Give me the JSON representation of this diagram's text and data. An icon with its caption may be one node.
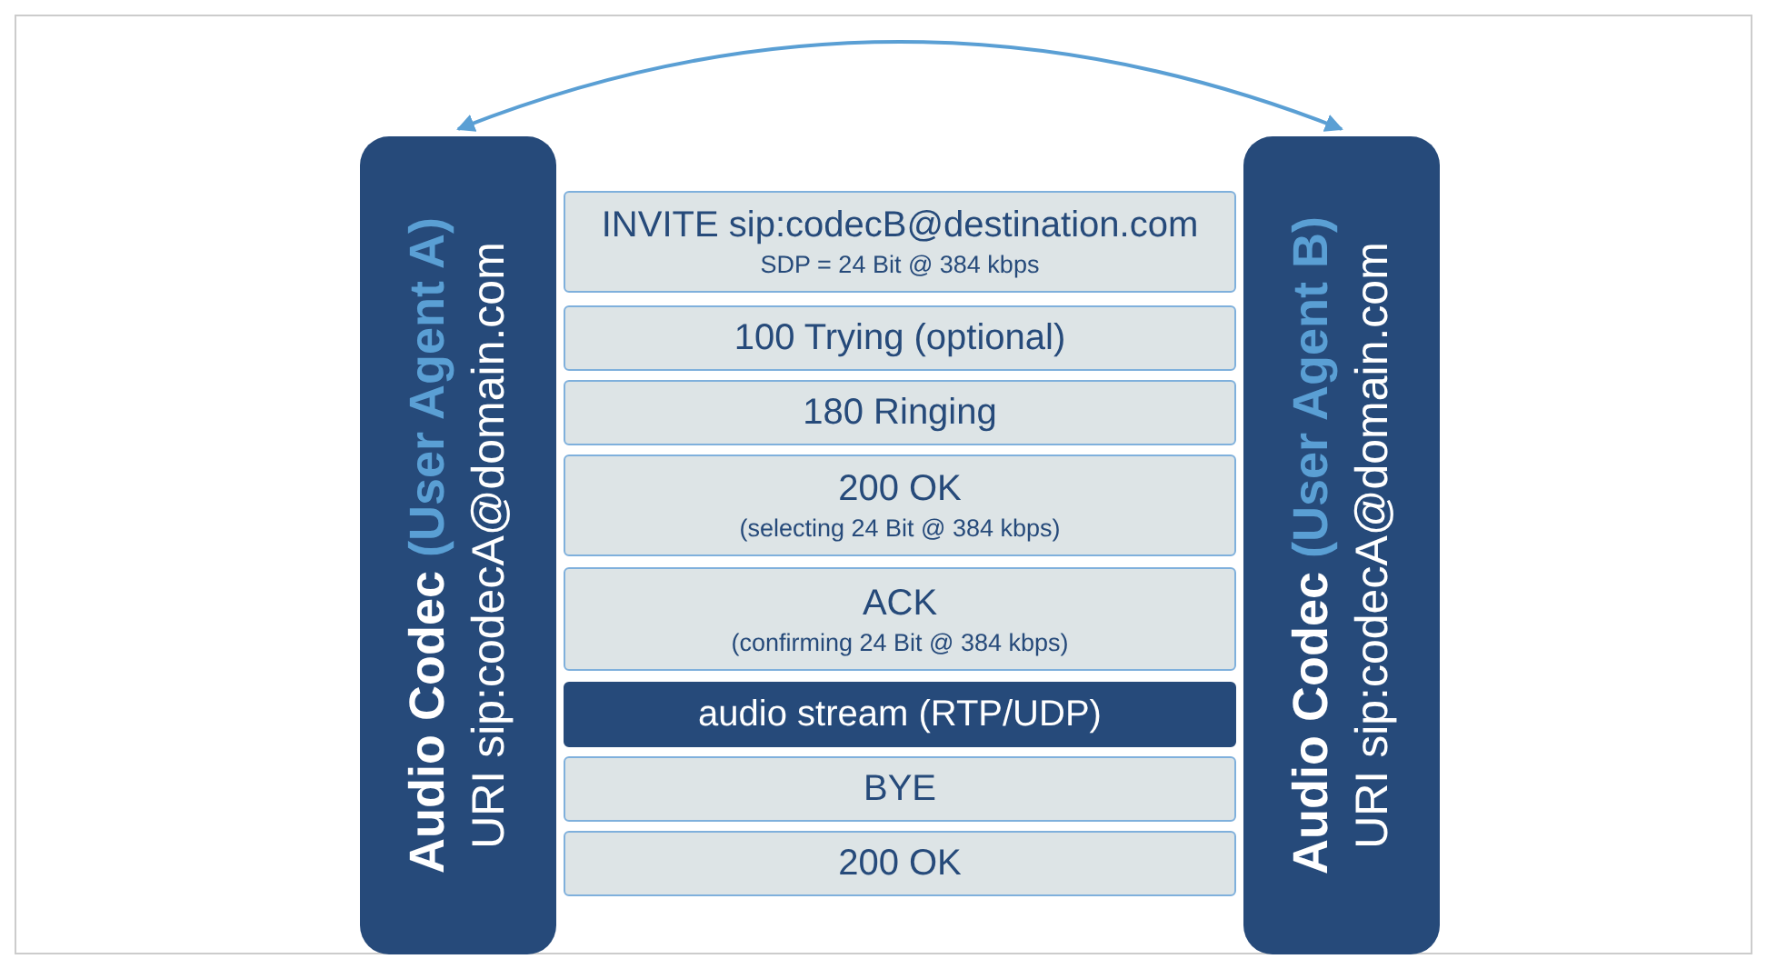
{
  "diagram": {
    "nodes": [
      {
        "text": [
          "Audio Codec",
          "(User Agent A)",
          "URI sip:codecA@domain.com"
        ]
      },
      {
        "text": [
          "INVITE sip:codecB@destination.com",
          "SDP = 24 Bit @ 384 kbps"
        ]
      },
      {
        "text": [
          "100 Trying (optional)"
        ]
      },
      {
        "text": [
          "180 Ringing"
        ]
      },
      {
        "text": [
          "200 OK",
          "(selecting 24 Bit @ 384 kbps)"
        ]
      },
      {
        "text": [
          "ACK",
          "(confirming 24 Bit @ 384 kbps)"
        ]
      },
      {
        "text": [
          "audio stream (RTP/UDP)"
        ]
      },
      {
        "text": [
          "BYE"
        ]
      },
      {
        "text": [
          "200 OK"
        ]
      },
      {
        "text": [
          "Audio Codec",
          "(User Agent B)",
          "URI sip:codecA@domain.com"
        ]
      }
    ],
    "edges": [
      {
        "from": 0,
        "to": 9,
        "arrow": "both"
      }
    ]
  }
}
